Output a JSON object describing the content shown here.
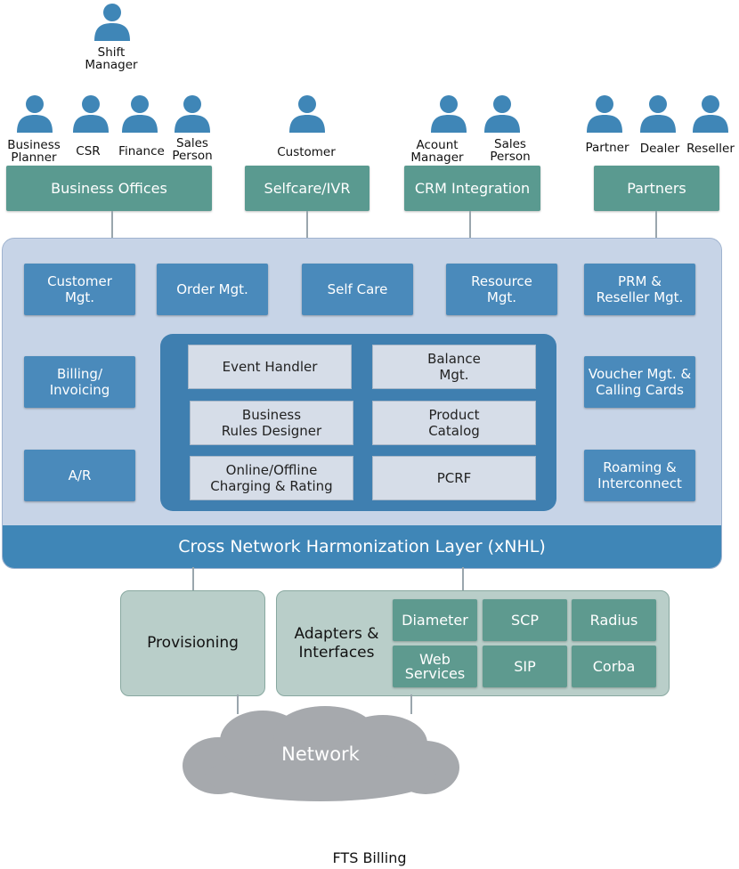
{
  "colors": {
    "person": "#3f86b7",
    "category": "#5a9a90",
    "panel": "#c7d4e7",
    "module": "#4a8abb",
    "xnhl": "#3f86b7",
    "core_bg": "#3f7fb0",
    "core_box": "#d6dde8",
    "interface_panel": "#b9cec9",
    "adapter": "#5e9a8f",
    "cloud": "#a6a9ad"
  },
  "person_icon": "person-icon",
  "users": {
    "shift_manager": "Shift\nManager",
    "business_planner": "Business\nPlanner",
    "csr": "CSR",
    "finance": "Finance",
    "sales_person_1": "Sales\nPerson",
    "customer": "Customer",
    "account_manager": "Acount\nManager",
    "sales_person_2": "Sales\nPerson",
    "partner": "Partner",
    "dealer": "Dealer",
    "reseller": "Reseller"
  },
  "channels": {
    "business_offices": "Business Offices",
    "selfcare_ivr": "Selfcare/IVR",
    "crm_integration": "CRM Integration",
    "partners": "Partners"
  },
  "modules": {
    "customer_mgt": "Customer\nMgt.",
    "order_mgt": "Order Mgt.",
    "self_care": "Self Care",
    "resource_mgt": "Resource\nMgt.",
    "prm_reseller_mgt": "PRM &\nReseller Mgt.",
    "billing_invoicing": "Billing/\nInvoicing",
    "ar": "A/R",
    "voucher_mgt": "Voucher Mgt. &\nCalling Cards",
    "roaming_interconnect": "Roaming &\nInterconnect"
  },
  "core": {
    "event_handler": "Event Handler",
    "balance_mgt": "Balance\nMgt.",
    "business_rules_designer": "Business\nRules Designer",
    "product_catalog": "Product\nCatalog",
    "online_offline_charging": "Online/Offline\nCharging & Rating",
    "pcrf": "PCRF"
  },
  "xnhl_label": "Cross Network Harmonization Layer (xNHL)",
  "provisioning": "Provisioning",
  "adapters_title": "Adapters &\nInterfaces",
  "adapters": {
    "diameter": "Diameter",
    "scp": "SCP",
    "radius": "Radius",
    "web_services": "Web\nServices",
    "sip": "SIP",
    "corba": "Corba"
  },
  "network": "Network",
  "caption": "FTS Billing"
}
